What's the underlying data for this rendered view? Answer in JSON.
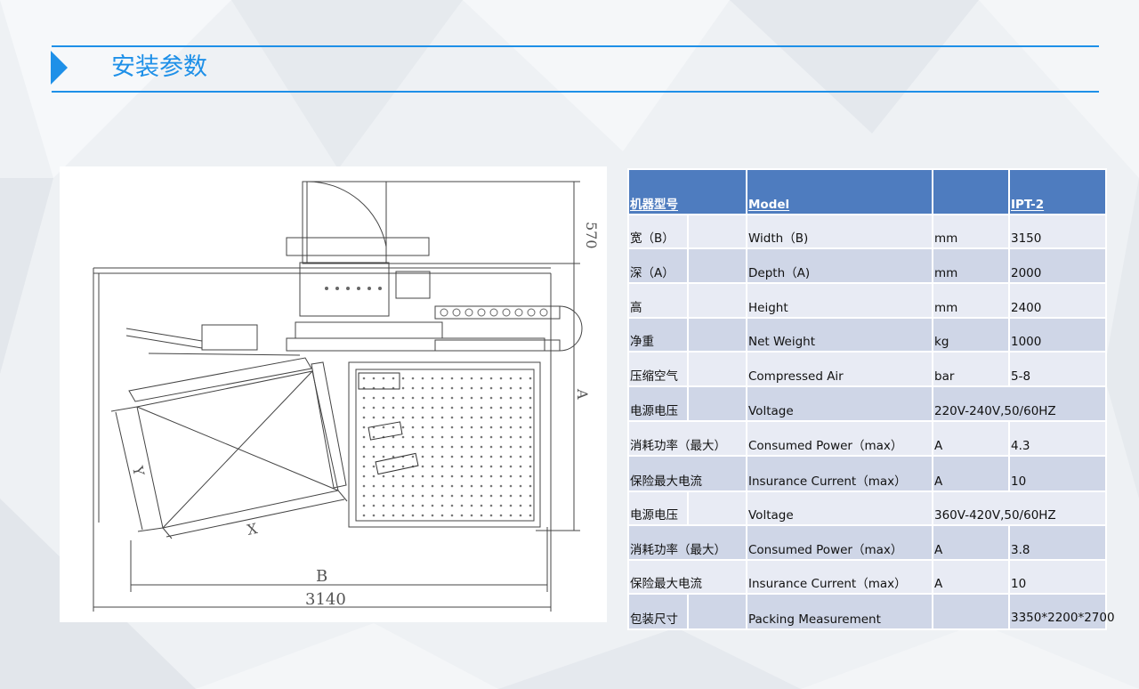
{
  "colors": {
    "accent": "#1e90e8",
    "header": "#4e7cbf",
    "row_odd": "#cfd6e7",
    "row_even": "#e8ebf4"
  },
  "page": {
    "title": "安装参数"
  },
  "drawing": {
    "labels": {
      "dim_570": "570",
      "dim_a": "A",
      "dim_y": "Y",
      "dim_x": "X",
      "dim_b": "B",
      "dim_3140": "3140"
    }
  },
  "spec_table": {
    "header": {
      "cn": "机器型号",
      "en": "Model",
      "unit": "",
      "value": "IPT-2"
    },
    "rows": [
      {
        "cn": "宽（B）",
        "en": "Width（B)",
        "unit": "mm",
        "value": "3150"
      },
      {
        "cn": "深（A）",
        "en": "Depth（A)",
        "unit": "mm",
        "value": "2000"
      },
      {
        "cn": "高",
        "en": "Height",
        "unit": "mm",
        "value": "2400"
      },
      {
        "cn": "净重",
        "en": "Net Weight",
        "unit": "kg",
        "value": "1000"
      },
      {
        "cn": "压缩空气",
        "en": "Compressed Air",
        "unit": "bar",
        "value": "5-8"
      },
      {
        "cn": "电源电压",
        "en": "Voltage",
        "unit": "220V-240V,50/60HZ",
        "value": ""
      },
      {
        "cn": "消耗功率（最大）",
        "en": "Consumed Power（max）",
        "unit": "A",
        "value": "4.3"
      },
      {
        "cn": "保险最大电流",
        "en": "Insurance Current（max）",
        "unit": "A",
        "value": "10"
      },
      {
        "cn": "电源电压",
        "en": "Voltage",
        "unit": "360V-420V,50/60HZ",
        "value": ""
      },
      {
        "cn": "消耗功率（最大）",
        "en": "Consumed Power（max）",
        "unit": "A",
        "value": "3.8"
      },
      {
        "cn": "保险最大电流",
        "en": "Insurance Current（max）",
        "unit": "A",
        "value": "10"
      },
      {
        "cn": "包装尺寸",
        "en": "Packing Measurement",
        "unit": "",
        "value": "3350*2200*2700"
      }
    ]
  }
}
